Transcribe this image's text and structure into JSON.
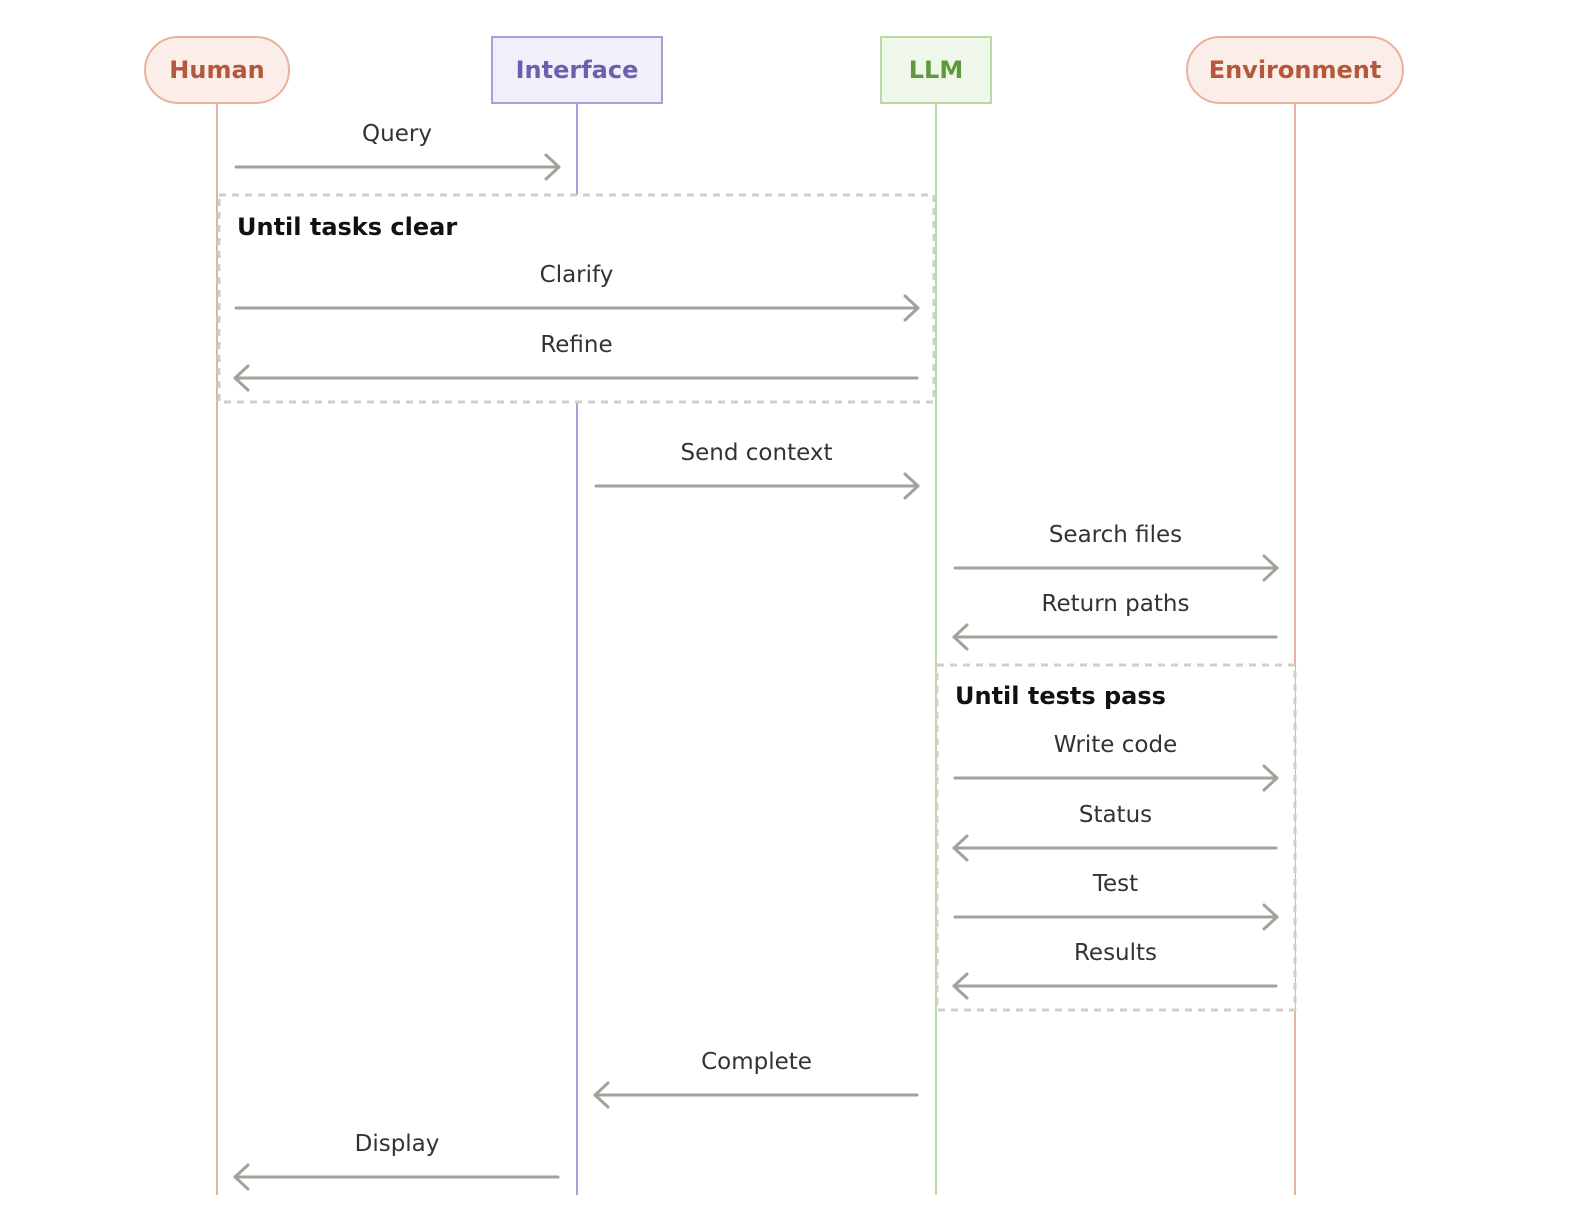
{
  "participants": [
    {
      "id": "human",
      "label": "Human",
      "shape": "pill",
      "text_color": "#B5573A",
      "stroke": "#E8B29F",
      "fill": "#FBEDE7",
      "line_color": "#E8B29F"
    },
    {
      "id": "interface",
      "label": "Interface",
      "shape": "rect",
      "text_color": "#6B5FB0",
      "stroke": "#A89FDA",
      "fill": "#F1F0FA",
      "line_color": "#A89FDA"
    },
    {
      "id": "llm",
      "label": "LLM",
      "shape": "rect",
      "text_color": "#5E9A3C",
      "stroke": "#B7DBA2",
      "fill": "#EFF7EA",
      "line_color": "#B7DBA2"
    },
    {
      "id": "environment",
      "label": "Environment",
      "shape": "pill",
      "text_color": "#B5573A",
      "stroke": "#E8B29F",
      "fill": "#FBEDE7",
      "line_color": "#E8B29F"
    }
  ],
  "loops": [
    {
      "id": "loop-tasks-clear",
      "title": "Until tasks clear",
      "from": "human",
      "to": "llm"
    },
    {
      "id": "loop-tests-pass",
      "title": "Until tests pass",
      "from": "llm",
      "to": "environment"
    }
  ],
  "messages": [
    {
      "label": "Query",
      "from": "human",
      "to": "interface"
    },
    {
      "label": "Clarify",
      "from": "human",
      "to": "llm"
    },
    {
      "label": "Refine",
      "from": "llm",
      "to": "human"
    },
    {
      "label": "Send context",
      "from": "interface",
      "to": "llm"
    },
    {
      "label": "Search files",
      "from": "llm",
      "to": "environment"
    },
    {
      "label": "Return paths",
      "from": "environment",
      "to": "llm"
    },
    {
      "label": "Write code",
      "from": "llm",
      "to": "environment"
    },
    {
      "label": "Status",
      "from": "environment",
      "to": "llm"
    },
    {
      "label": "Test",
      "from": "llm",
      "to": "environment"
    },
    {
      "label": "Results",
      "from": "environment",
      "to": "llm"
    },
    {
      "label": "Complete",
      "from": "llm",
      "to": "interface"
    },
    {
      "label": "Display",
      "from": "interface",
      "to": "human"
    }
  ],
  "colors": {
    "arrow": "#A3A29A",
    "loop_border": "#CFCFCA"
  }
}
